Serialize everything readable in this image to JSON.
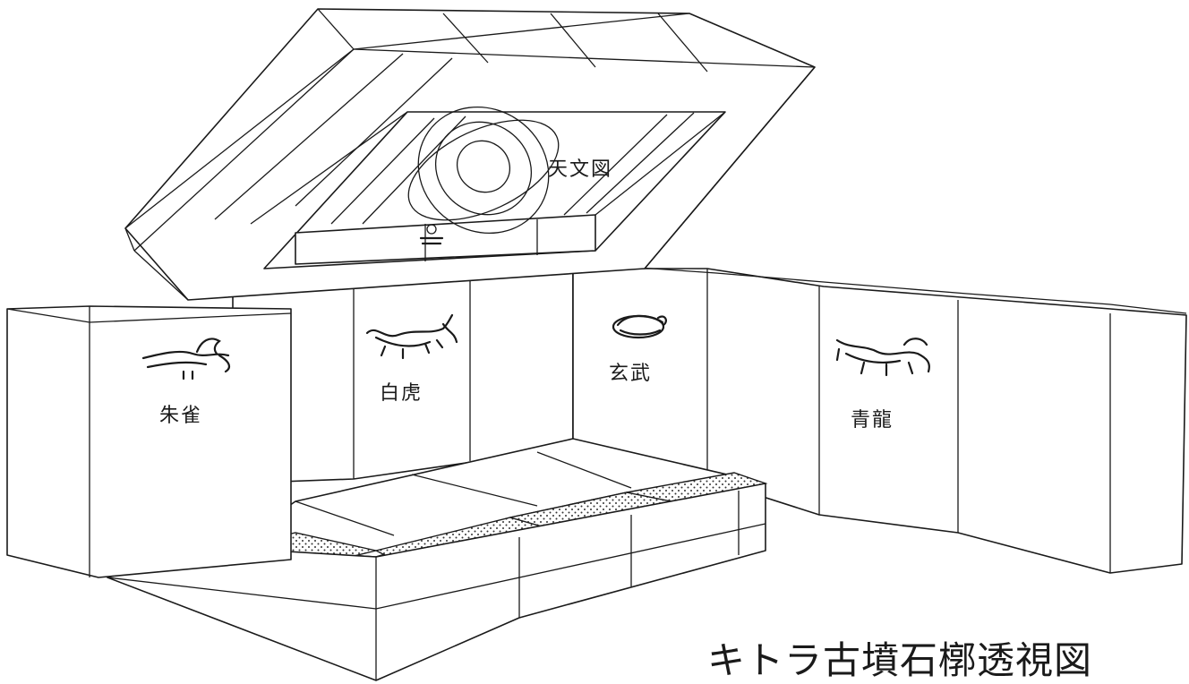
{
  "title": "キトラ古墳石槨透視図",
  "labels": {
    "ceiling": "天文図",
    "west": "白虎",
    "south": "朱雀",
    "north": "玄武",
    "east": "青龍"
  }
}
